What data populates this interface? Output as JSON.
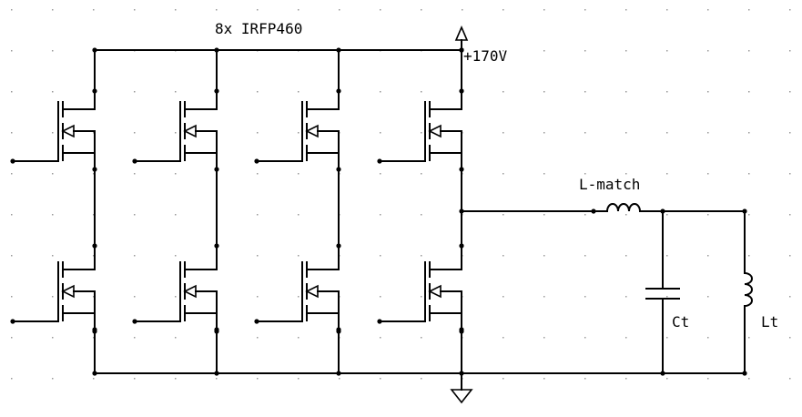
{
  "title": "8x IRFP460",
  "supply_label": "+170V",
  "inductor_match_label": "L-match",
  "capacitor_label": "Ct",
  "inductor_tank_label": "Lt",
  "transistor_count": 8,
  "colors": {
    "wire": "#000000",
    "background": "#ffffff",
    "grid": "#9a9a9a"
  },
  "symbols": [
    "mosfet-icon",
    "inductor-icon",
    "capacitor-icon",
    "power-arrow-icon",
    "ground-icon"
  ]
}
